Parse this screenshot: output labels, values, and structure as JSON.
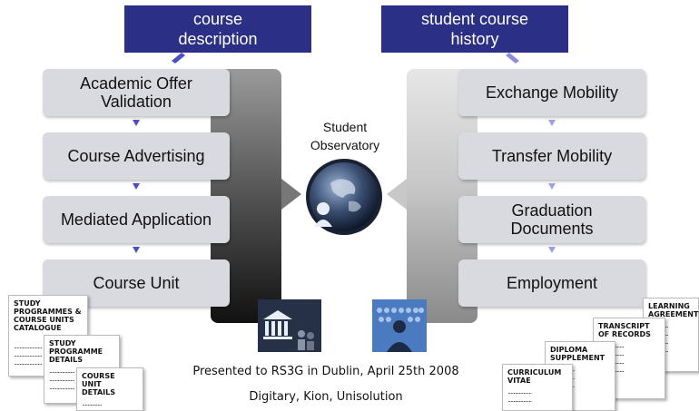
{
  "headers": {
    "left": "course description",
    "right": "student course history"
  },
  "left_steps": [
    "Academic Offer Validation",
    "Course Advertising",
    "Mediated Application",
    "Course Unit"
  ],
  "right_steps": [
    "Exchange Mobility",
    "Transfer Mobility",
    "Graduation Documents",
    "Employment"
  ],
  "center": {
    "line1": "Student",
    "line2": "Observatory"
  },
  "left_docs": [
    "STUDY PROGRAMMES & COURSE UNITS CATALOGUE",
    "STUDY PROGRAMME DETAILS",
    "COURSE UNIT DETAILS"
  ],
  "right_docs": [
    "LEARNING AGREEMENT",
    "TRANSCRIPT OF RECORDS",
    "DIPLOMA SUPPLEMENT",
    "CURRICULUM VITAE"
  ],
  "footer": {
    "line1": "Presented to RS3G in Dublin, April 25th 2008",
    "line2": "Digitary, Kion, Unisolution"
  },
  "colors": {
    "header_bg": "#2b2f86",
    "box_bg": "#d9d9e0",
    "arrow": "#4b4fc7"
  },
  "icons": [
    "globe-people-icon",
    "institution-icon",
    "students-crowd-icon"
  ]
}
